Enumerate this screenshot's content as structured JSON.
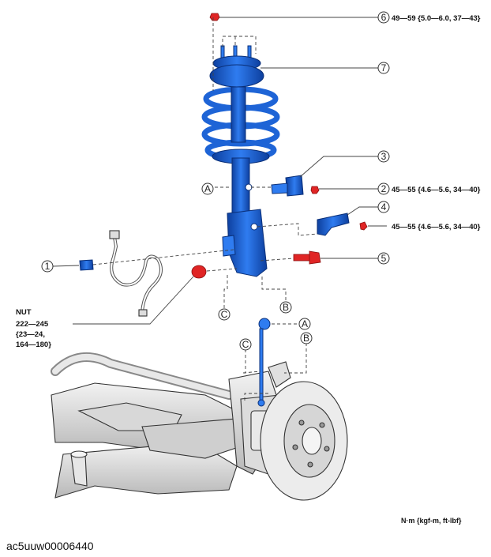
{
  "callouts": {
    "c1": "1",
    "c2": "2",
    "c3": "3",
    "c4": "4",
    "c5": "5",
    "c6": "6",
    "c7": "7"
  },
  "letters": {
    "a": "A",
    "b": "B",
    "c": "C"
  },
  "torques": {
    "t6": "49—59 {5.0—6.0, 37—43}",
    "t2": "45—55 {4.6—5.6, 34—40}",
    "t4": "45—55 {4.6—5.6, 34—40}"
  },
  "nut": {
    "line1": "NUT",
    "line2": "222—245",
    "line3": "{23—24,",
    "line4": "164—180}"
  },
  "unit": "N·m {kgf-m, ft-lbf}",
  "figure_id": "ac5uuw00006440",
  "colors": {
    "part_blue": "#1e64d6",
    "bolt_red": "#e02525",
    "line": "#444444"
  }
}
